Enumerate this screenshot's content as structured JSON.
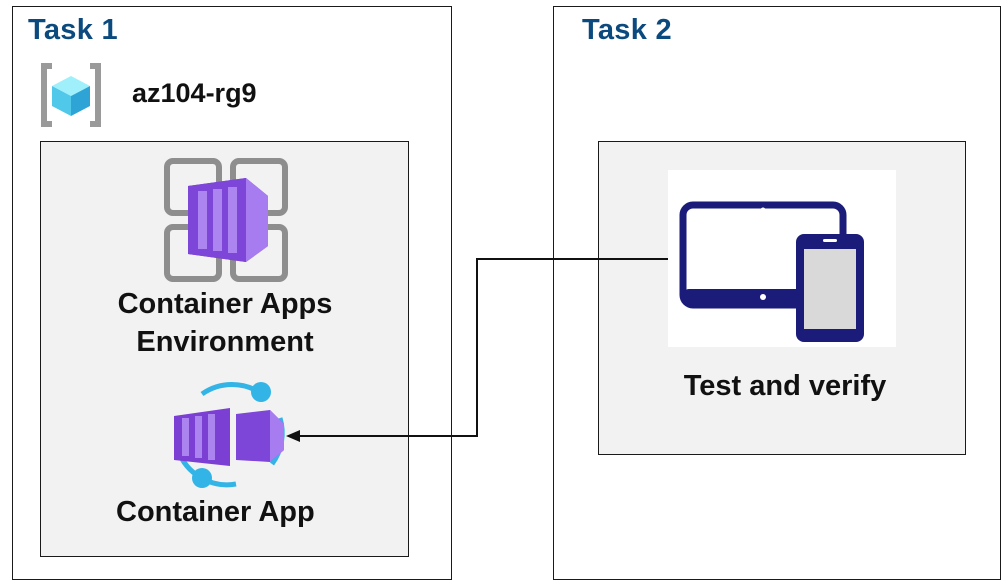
{
  "task1": {
    "title": "Task 1",
    "resource_group": "az104-rg9",
    "env_label_line1": "Container Apps",
    "env_label_line2": "Environment",
    "app_label": "Container App"
  },
  "task2": {
    "title": "Task 2",
    "verify_label": "Test and verify"
  },
  "icons": {
    "resource_group": "resource-group-icon",
    "environment": "container-apps-environment-icon",
    "container_app": "container-app-icon",
    "devices": "tablet-phone-icon"
  },
  "colors": {
    "title": "#0b4a7e",
    "container_purple": "#7b3fd4",
    "app_cyan": "#32b4e6",
    "device_navy": "#1b1b7a"
  }
}
